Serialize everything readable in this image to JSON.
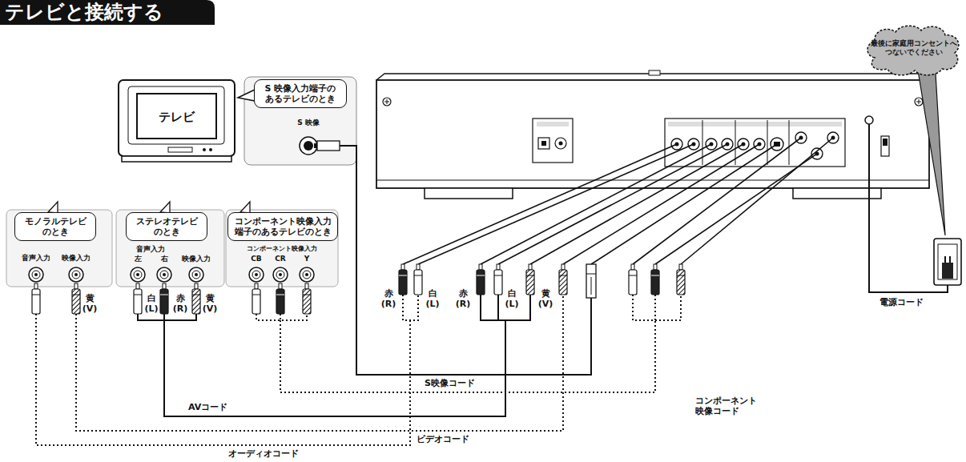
{
  "diagram": {
    "title": "テレビと接続する",
    "nodes": [
      {
        "text": [
          "テレビ"
        ]
      },
      {
        "text": [
          "S 映像入力端子のあるテレビのとき",
          "S 映像"
        ]
      },
      {
        "text": [
          "モノラルテレビのとき",
          "音声入力",
          "映像入力"
        ]
      },
      {
        "text": [
          "ステレオテレビのとき",
          "音声入力",
          "左",
          "右",
          "映像入力"
        ]
      },
      {
        "text": [
          "コンポーネント映像入力端子のあるテレビのとき",
          "コンポーネント映像入力",
          "CB",
          "CR",
          "Y"
        ]
      },
      {
        "text": [
          "最後に家庭用コンセントへつないでください"
        ]
      }
    ],
    "labels": [
      "黄 (V)",
      "白 (L)",
      "赤 (R)",
      "黄 (V)",
      "赤 (R)",
      "白 (L)",
      "赤 (R)",
      "白 (L)",
      "黄 (V)",
      "S映像コード",
      "コンポーネント映像コード",
      "AVコード",
      "ビデオコード",
      "オーディオコード",
      "電源コード"
    ]
  }
}
